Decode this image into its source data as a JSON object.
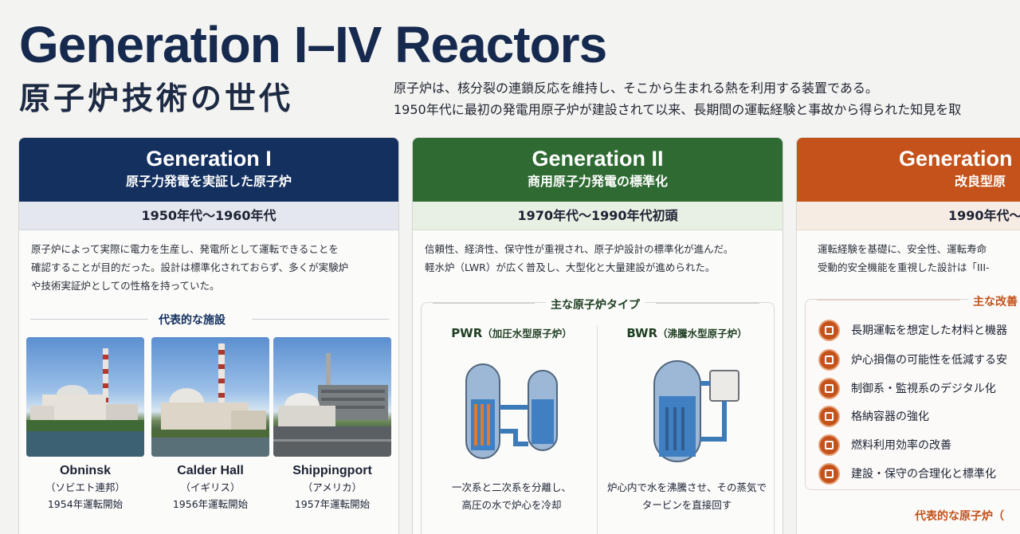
{
  "header": {
    "title": "Generation I–IV Reactors",
    "subtitle": "原子炉技術の世代",
    "intro": [
      "原子炉は、核分裂の連鎖反応を維持し、そこから生まれる熱を利用する装置である。",
      "1950年代に最初の発電用原子炉が建設されて以来、長期間の運転経験と事故から得られた知見を取"
    ]
  },
  "colors": {
    "gen1": "#13305f",
    "gen2": "#2f6a33",
    "gen3": "#c4521a"
  },
  "gen1": {
    "title": "Generation I",
    "subtitle": "原子力発電を実証した原子炉",
    "era": "1950年代〜1960年代",
    "description": [
      "原子炉によって実際に電力を生産し、発電所として運転できることを",
      "確認することが目的だった。設計は標準化されておらず、多くが実験炉",
      "や技術実証炉としての性格を持っていた。"
    ],
    "facilities_title": "代表的な施設",
    "facilities": [
      {
        "name": "Obninsk",
        "country": "（ソビエト連邦）",
        "start": "1954年運転開始"
      },
      {
        "name": "Calder Hall",
        "country": "（イギリス）",
        "start": "1956年運転開始"
      },
      {
        "name": "Shippingport",
        "country": "（アメリカ）",
        "start": "1957年運転開始"
      }
    ]
  },
  "gen2": {
    "title": "Generation II",
    "subtitle": "商用原子力発電の標準化",
    "era": "1970年代〜1990年代初頭",
    "description": [
      "信頼性、経済性、保守性が重視され、原子炉設計の標準化が進んだ。",
      "軽水炉（LWR）が広く普及し、大型化と大量建設が進められた。"
    ],
    "types_title": "主な原子炉タイプ",
    "types": [
      {
        "name": "PWR",
        "name_jp": "（加圧水型原子炉）",
        "desc": [
          "一次系と二次系を分離し、",
          "高圧の水で炉心を冷却"
        ]
      },
      {
        "name": "BWR",
        "name_jp": "（沸騰水型原子炉）",
        "desc": [
          "炉心内で水を沸騰させ、その蒸気で",
          "タービンを直接回す"
        ]
      }
    ]
  },
  "gen3": {
    "title": "Generation",
    "subtitle": "改良型原",
    "era": "1990年代〜",
    "description": [
      "運転経験を基礎に、安全性、運転寿命",
      "受動的安全機能を重視した設計は「III-"
    ],
    "improvements_title": "主な改善",
    "improvements": [
      "長期運転を想定した材料と機器",
      "炉心損傷の可能性を低減する安",
      "制御系・監視系のデジタル化",
      "格納容器の強化",
      "燃料利用効率の改善",
      "建設・保守の合理化と標準化"
    ],
    "representative_title": "代表的な原子炉（"
  }
}
